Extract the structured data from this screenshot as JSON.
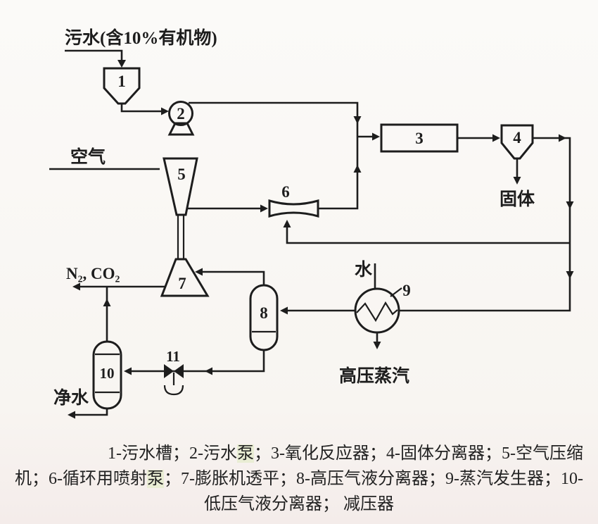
{
  "figure": {
    "stream_labels": {
      "feed": "污水(含10%有机物)",
      "air": "空气",
      "offgas": "N₂, CO₂",
      "water": "水",
      "hp_steam": "高压蒸汽",
      "solids": "固体",
      "clean_water": "净水"
    },
    "equipment_numbers": {
      "tank": "1",
      "pump": "2",
      "reactor": "3",
      "solid_separator": "4",
      "compressor": "5",
      "ejector": "6",
      "turbine": "7",
      "hp_separator": "8",
      "steam_generator": "9",
      "lp_separator": "10",
      "reducer_valve": "11"
    },
    "caption": {
      "line1": {
        "pre": "1-污水槽；2-污水",
        "highlight": "泵",
        "post": "；3-氧化反应器；4-固体分离器；5-空气压缩"
      },
      "line2": {
        "pre": "机；6-循环用喷射",
        "highlight": "泵",
        "post": "；7-膨胀机透平；8-高压气液分离器；9-蒸汽发生器；10-"
      },
      "line3": {
        "text": "低压气液分离器；  减压器"
      }
    },
    "colors": {
      "ink": "#1d1d1d",
      "highlight": "#e9edd4",
      "background": "#f9f7f3"
    }
  }
}
